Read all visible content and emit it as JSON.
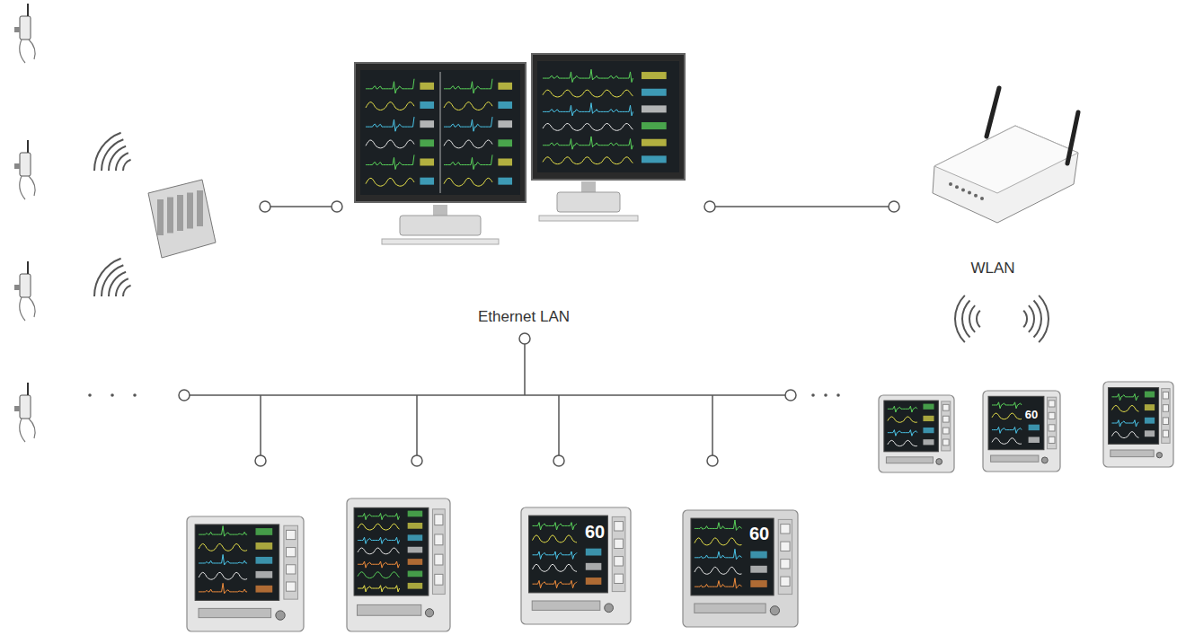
{
  "diagram": {
    "labels": [
      "Ethernet LAN",
      "WLAN",
      "60",
      "60",
      "60"
    ]
  }
}
